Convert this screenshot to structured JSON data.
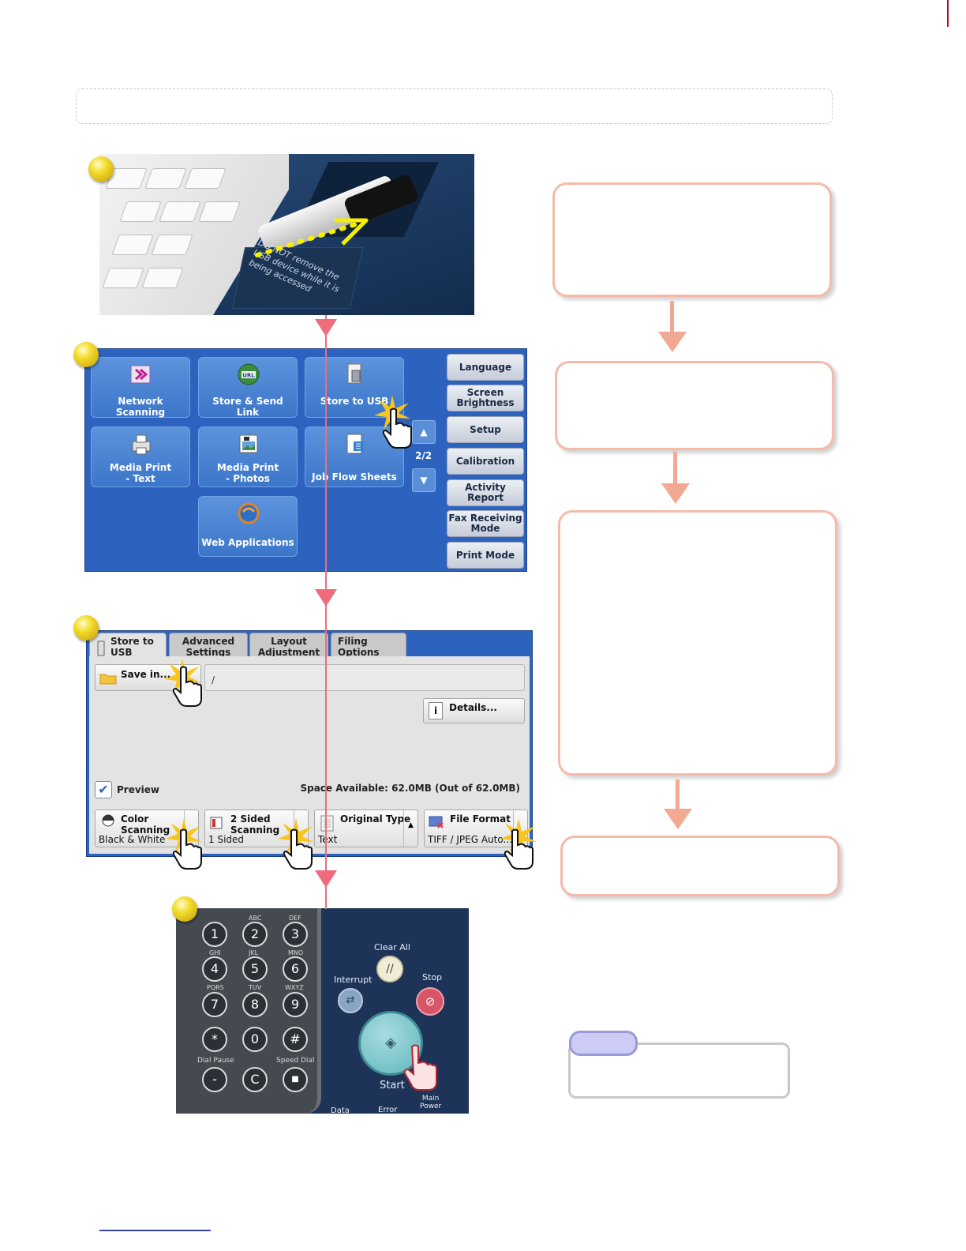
{
  "step1": {
    "usb_notice": "DO NOT remove the USB device while it is being accessed"
  },
  "step2": {
    "services": [
      {
        "label": "Network Scanning",
        "icon": "network-scanning-icon"
      },
      {
        "label": "Store & Send Link",
        "icon": "store-send-link-icon"
      },
      {
        "label": "Store to USB",
        "icon": "store-to-usb-icon"
      },
      {
        "label": "Media Print\n- Text",
        "icon": "media-print-text-icon"
      },
      {
        "label": "Media Print\n- Photos",
        "icon": "media-print-photos-icon"
      },
      {
        "label": "Job Flow Sheets",
        "icon": "job-flow-sheets-icon"
      },
      {
        "label": "Web Applications",
        "icon": "web-applications-icon"
      }
    ],
    "page_indicator": "2/2",
    "side_buttons": [
      "Language",
      "Screen Brightness",
      "Setup",
      "Calibration",
      "Activity Report",
      "Fax Receiving Mode",
      "Print Mode"
    ]
  },
  "step3": {
    "tabs": [
      "Store to USB",
      "Advanced Settings",
      "Layout Adjustment",
      "Filing Options"
    ],
    "save_in_label": "Save in...",
    "save_path": "/",
    "details_label": "Details...",
    "preview_label": "Preview",
    "space_available": "Space Available: 62.0MB (Out of 62.0MB)",
    "options": [
      {
        "title": "Color Scanning",
        "value": "Black & White"
      },
      {
        "title": "2 Sided Scanning",
        "value": "1 Sided"
      },
      {
        "title": "Original Type",
        "value": "Text"
      },
      {
        "title": "File Format",
        "value": "TIFF / JPEG Auto..."
      }
    ]
  },
  "step4": {
    "keys": [
      {
        "digit": "1",
        "letters": ""
      },
      {
        "digit": "2",
        "letters": "ABC"
      },
      {
        "digit": "3",
        "letters": "DEF"
      },
      {
        "digit": "4",
        "letters": "GHI"
      },
      {
        "digit": "5",
        "letters": "JKL"
      },
      {
        "digit": "6",
        "letters": "MNO"
      },
      {
        "digit": "7",
        "letters": "PQRS"
      },
      {
        "digit": "8",
        "letters": "TUV"
      },
      {
        "digit": "9",
        "letters": "WXYZ"
      },
      {
        "digit": "*",
        "letters": ""
      },
      {
        "digit": "0",
        "letters": ""
      },
      {
        "digit": "#",
        "letters": ""
      }
    ],
    "dial_pause": "Dial Pause",
    "speed_dial": "Speed Dial",
    "clear_key": "C",
    "clear_all": "Clear All",
    "interrupt": "Interrupt",
    "stop": "Stop",
    "start": "Start",
    "data": "Data",
    "error": "Error",
    "main_power": "Main\nPower"
  },
  "colors": {
    "connector": "#f06b7c",
    "flow_box_border": "#f5baa8",
    "panel_blue": "#2e62bf",
    "note_tab": "#ccccf7"
  }
}
